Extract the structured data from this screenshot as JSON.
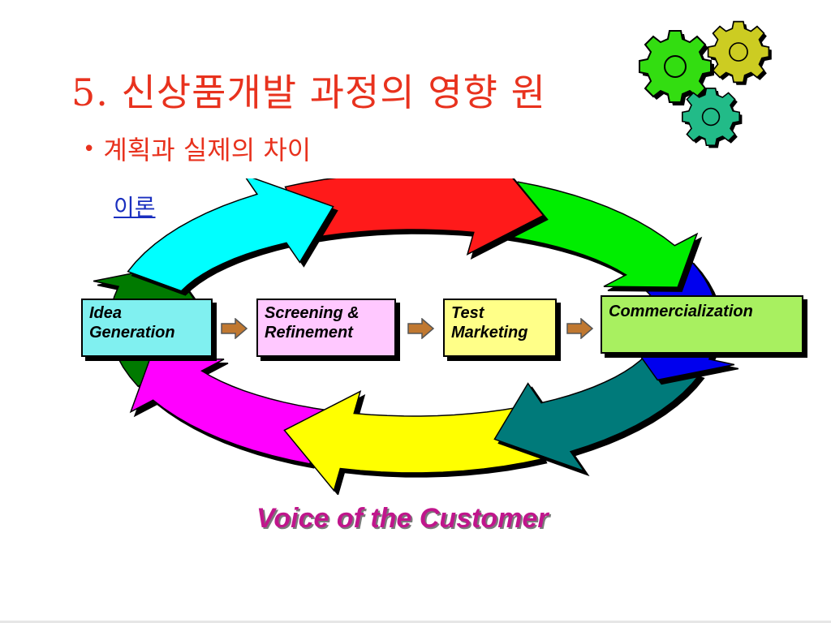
{
  "title": "5. 신상품개발 과정의 영향 원",
  "bullet": {
    "marker": "•",
    "text": "계획과 실제의 차이"
  },
  "link": {
    "text": "이론"
  },
  "stages": [
    {
      "line1": "Idea",
      "line2": "Generation",
      "color": "#80f0f0"
    },
    {
      "line1": "Screening &",
      "line2": "Refinement",
      "color": "#ffc8ff"
    },
    {
      "line1": "Test",
      "line2": "Marketing",
      "color": "#ffff88"
    },
    {
      "line1": "Commercialization",
      "line2": "",
      "color": "#a8f060"
    }
  ],
  "cycle_colors": [
    "#00ffff",
    "#ff1a1a",
    "#00ee00",
    "#0000ee",
    "#007a7a",
    "#ffff00",
    "#ff00ff",
    "#007a00"
  ],
  "connector_color": "#c07830",
  "gear_colors": [
    "#33dd11",
    "#cccc22",
    "#22bb88"
  ],
  "caption": "Voice of the Customer",
  "caption_color": "#c0168c",
  "title_color": "#e8321e"
}
